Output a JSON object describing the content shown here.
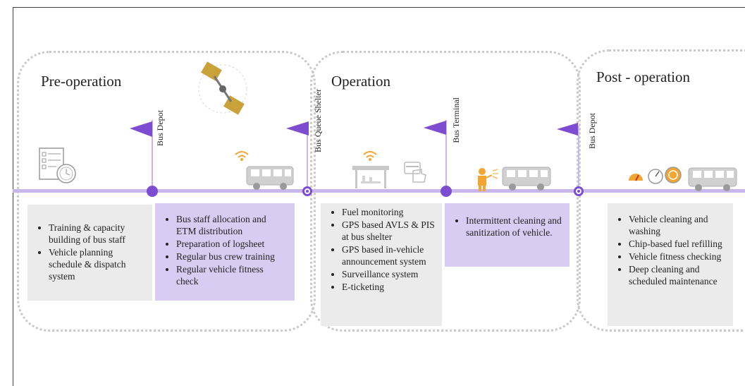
{
  "phases": [
    {
      "title": "Pre-operation"
    },
    {
      "title": "Operation"
    },
    {
      "title": "Post - operation"
    }
  ],
  "stops": {
    "bus_depot_1": "Bus Depot",
    "bus_queue_shelter": "Bus Queue Shelter",
    "bus_terminal": "Bus Terminal",
    "bus_depot_2": "Bus Depot"
  },
  "boxes": {
    "pre_gray": [
      "Training & capacity building of bus staff",
      "Vehicle planning schedule & dispatch system"
    ],
    "pre_purple": [
      "Bus staff allocation and ETM distribution",
      "Preparation of logsheet",
      "Regular bus crew training",
      "Regular vehicle fitness check"
    ],
    "op_gray": [
      "Fuel monitoring",
      "GPS based AVLS & PIS at bus shelter",
      "GPS based in-vehicle announcement system",
      "Surveillance system",
      "E-ticketing"
    ],
    "op_purple": [
      "Intermittent cleaning and sanitization of vehicle."
    ],
    "post_gray": [
      "Vehicle cleaning and washing",
      "Chip-based fuel refilling",
      "Vehicle fitness checking",
      "Deep cleaning and scheduled maintenance"
    ]
  },
  "colors": {
    "accent": "#7e4cd0",
    "accent_light": "#c9b6ea",
    "box_purple": "#d9ccf2",
    "box_gray": "#ebebeb",
    "icon_gray": "#bdbdbd",
    "icon_orange": "#f2a531",
    "satellite_gold": "#c9a23a"
  },
  "icons": [
    "checklist-clock-icon",
    "satellite-icon",
    "wifi-icon",
    "bus-icon",
    "bus-shelter-icon",
    "card-tap-icon",
    "cleaning-person-icon",
    "gauge-icon"
  ]
}
